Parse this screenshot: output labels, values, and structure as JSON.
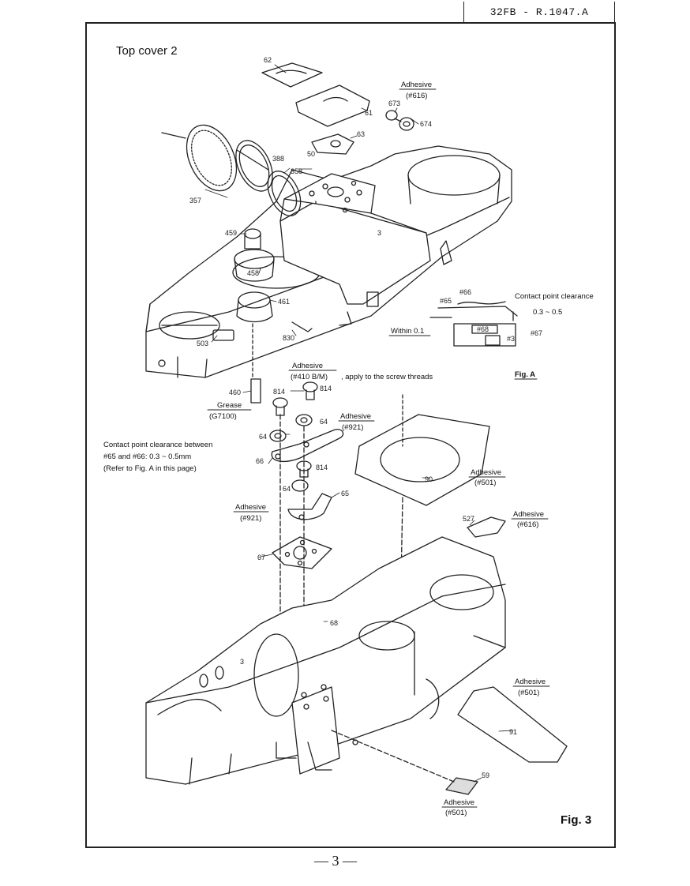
{
  "doc_code": "32FB - R.1047.A",
  "title": "Top cover 2",
  "fig_label": "Fig. 3",
  "page_number": "— 3 —",
  "note_lines": [
    "Contact point clearance between",
    "#65 and #66:  0.3 ~ 0.5mm",
    "(Refer to Fig. A in this page)"
  ],
  "adhesives": [
    {
      "word": "Adhesive",
      "code": "(#616)"
    },
    {
      "word": "Adhesive",
      "code": "(#410 B/M)"
    },
    {
      "word": "Adhesive",
      "code": "(#921)"
    },
    {
      "word": "Adhesive",
      "code": "(#921)"
    },
    {
      "word": "Adhesive",
      "code": "(#501)"
    },
    {
      "word": "Adhesive",
      "code": "(#616)"
    },
    {
      "word": "Adhesive",
      "code": "(#501)"
    },
    {
      "word": "Adhesive",
      "code": "(#501)"
    }
  ],
  "screw_note": ", apply to the screw threads",
  "grease": {
    "word": "Grease",
    "code": "(G7100)"
  },
  "part_numbers": [
    "62",
    "61",
    "673",
    "674",
    "63",
    "50",
    "388",
    "358",
    "357",
    "3",
    "459",
    "458",
    "461",
    "503",
    "830",
    "460",
    "814",
    "814",
    "814",
    "64",
    "64",
    "64",
    "66",
    "65",
    "90",
    "527",
    "67",
    "68",
    "3",
    "91",
    "59"
  ],
  "fig_a": {
    "label": "Fig. A",
    "contact": "Contact point clearance",
    "range": "0.3 ~ 0.5",
    "within": "Within 0.1",
    "parts": [
      "#66",
      "#65",
      "#68",
      "#3",
      "#67"
    ]
  }
}
